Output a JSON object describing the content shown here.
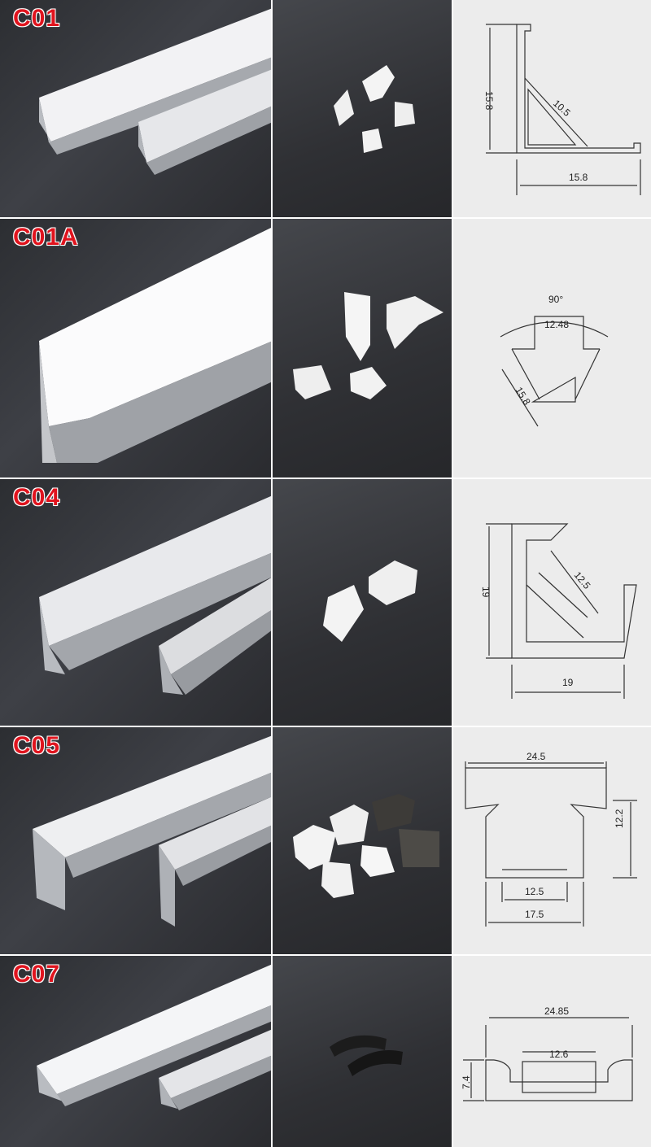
{
  "profiles": [
    {
      "code": "C01",
      "dims": {
        "height": "15.8",
        "diag": "10.5",
        "width": "15.8"
      }
    },
    {
      "code": "C01A",
      "dims": {
        "angle": "90°",
        "inner": "12.48",
        "side": "15.8"
      }
    },
    {
      "code": "C04",
      "dims": {
        "height": "19",
        "diag": "12.5",
        "width": "19"
      }
    },
    {
      "code": "C05",
      "dims": {
        "top": "24.5",
        "height": "12.2",
        "inner": "12.5",
        "bottom": "17.5"
      }
    },
    {
      "code": "C07",
      "dims": {
        "top": "24.85",
        "inner": "12.6",
        "height": "7.4"
      }
    }
  ],
  "colors": {
    "label": "#e0141e",
    "drawing_bg": "#ececec",
    "photo_bg": "#3a3c40"
  }
}
